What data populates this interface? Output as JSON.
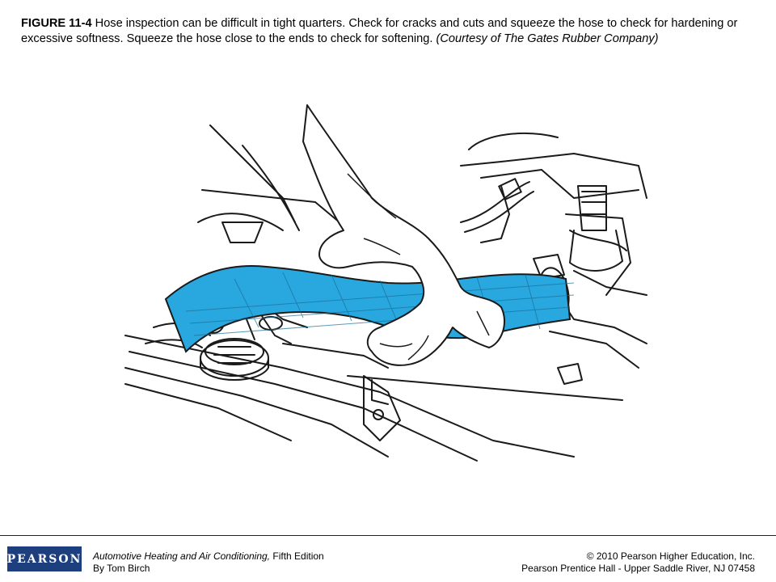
{
  "caption": {
    "figure_label": "FIGURE 11-4",
    "text": " Hose inspection can be difficult in tight quarters. Check for cracks and cuts and squeeze the hose to check for hardening or excessive softness. Squeeze the hose close to the ends to check for softening. ",
    "credit": "(Courtesy of The Gates Rubber Company)"
  },
  "illustration": {
    "hose_color": "#29a8e0",
    "line_color": "#1a1a1a"
  },
  "footer": {
    "logo_text": "PEARSON",
    "logo_color": "#1d3f7e",
    "book_title": "Automotive Heating and Air Conditioning,",
    "edition": " Fifth Edition",
    "author": "By Tom Birch",
    "copyright": "© 2010 Pearson Higher Education, Inc.",
    "publisher": "Pearson Prentice Hall - Upper Saddle River, NJ 07458"
  }
}
